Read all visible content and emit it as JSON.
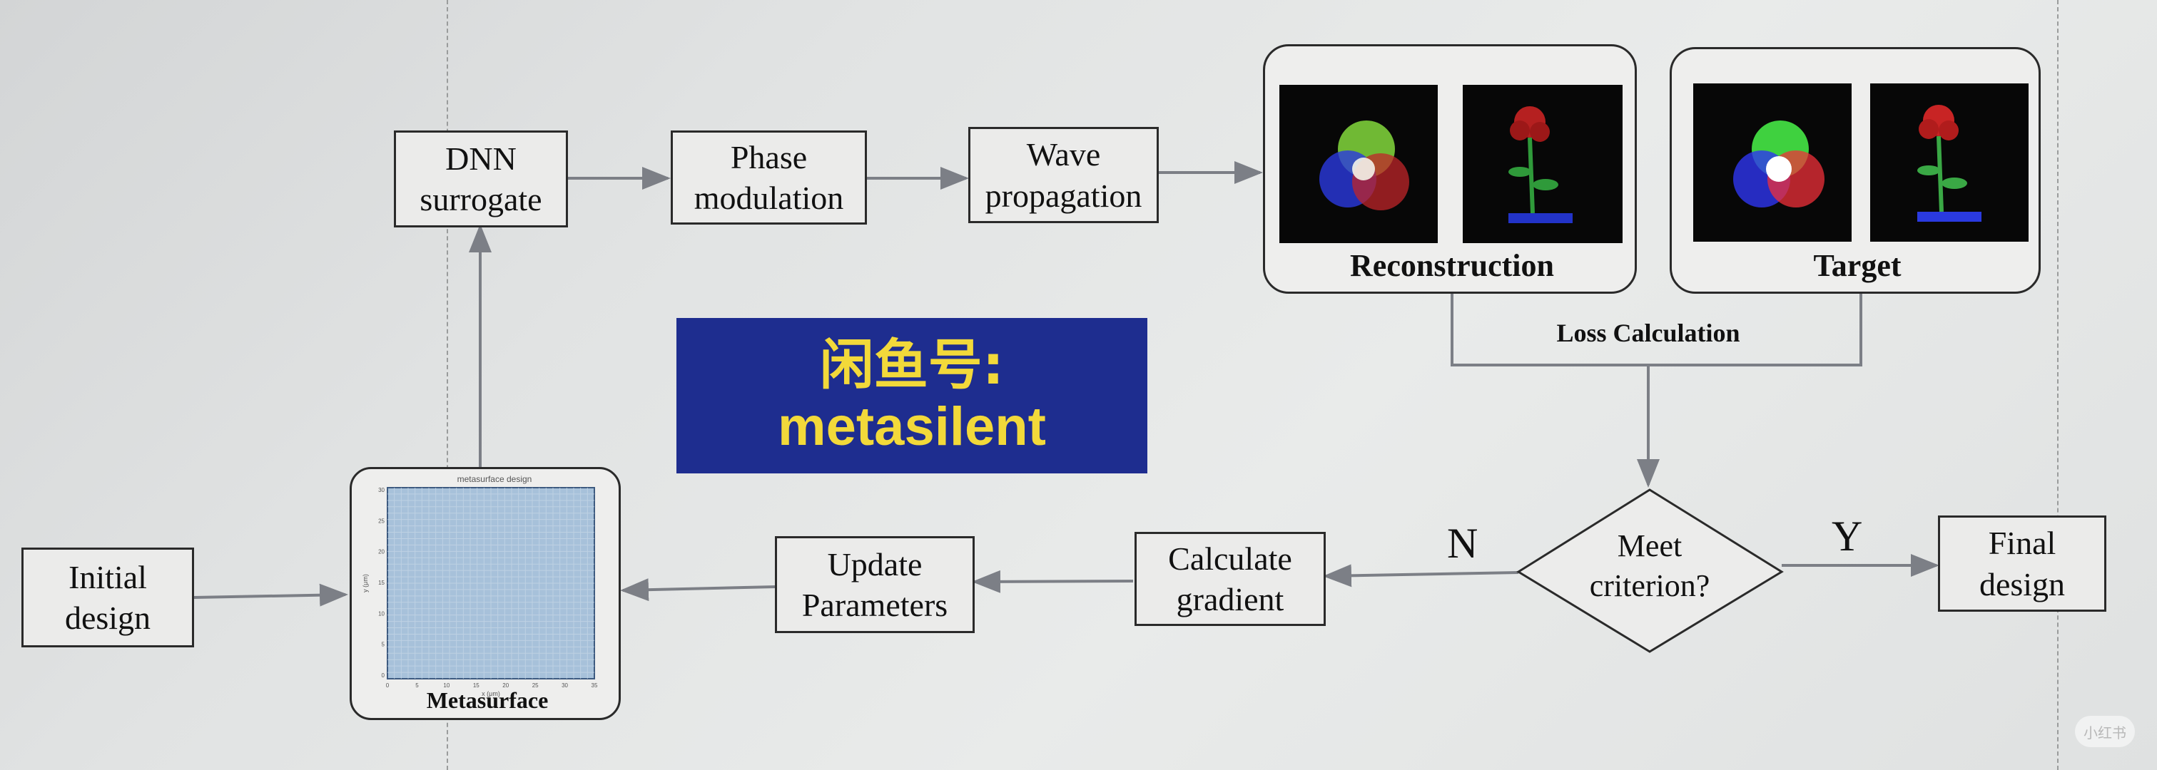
{
  "boxes": {
    "dnn_surrogate": "DNN\nsurrogate",
    "phase_modulation": "Phase\nmodulation",
    "wave_propagation": "Wave\npropagation",
    "initial_design": "Initial\ndesign",
    "update_parameters": "Update\nParameters",
    "calculate_gradient": "Calculate\ngradient",
    "final_design": "Final\ndesign"
  },
  "groups": {
    "reconstruction": "Reconstruction",
    "target": "Target",
    "metasurface": "Metasurface"
  },
  "metasurface_plot": {
    "title": "metasurface design",
    "x_ticks": [
      "0",
      "5",
      "10",
      "15",
      "20",
      "25",
      "30",
      "35"
    ],
    "y_ticks": [
      "30",
      "25",
      "20",
      "15",
      "10",
      "5",
      "0"
    ],
    "x_label": "x (μm)",
    "y_label": "y (μm)"
  },
  "loss_calculation": "Loss Calculation",
  "decision": "Meet\ncriterion?",
  "branch_no": "N",
  "branch_yes": "Y",
  "banner": {
    "line1": "闲鱼号:",
    "line2": "metasilent"
  },
  "watermark": "小红书",
  "colors": {
    "banner_bg": "#1e2d8f",
    "banner_text": "#f2d93a",
    "arrow": "#7c7f86",
    "box_border": "#2a2a2a"
  }
}
